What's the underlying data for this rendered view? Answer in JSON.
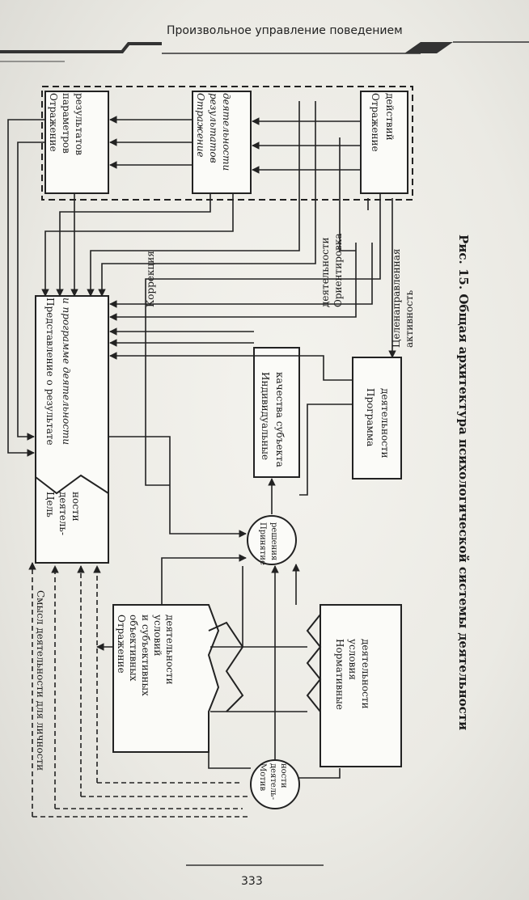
{
  "header": {
    "title": "Произвольное управление поведением"
  },
  "page_number": "333",
  "caption": {
    "label": "Рис. 15.",
    "text": "Общая архитектура психологической системы деятельности"
  },
  "nodes": {
    "param": [
      "Отражение",
      "параметров",
      "результатов"
    ],
    "resdeyat": [
      "Отражение",
      "результатов",
      "деятельности"
    ],
    "actions": [
      "Отражение",
      "действий"
    ],
    "predst": [
      "Представление о результате",
      "и программе деятельности"
    ],
    "goal": [
      "Цель",
      "деятель-",
      "ности"
    ],
    "smysl": [
      "Смысл деятельности для личности"
    ],
    "cond": [
      "Отражение",
      "объективных",
      "и субъективных",
      "условий",
      "деятельности"
    ],
    "norm": [
      "Нормативные",
      "условия",
      "деятельности"
    ],
    "motive": [
      "Мотив",
      "деятель-",
      "ности"
    ],
    "decision": [
      "Принятие",
      "решения"
    ],
    "indiv": [
      "Индивидуальные",
      "качества субъекта"
    ],
    "prog": [
      "Программа",
      "деятельности"
    ]
  },
  "labels": {
    "correction": "Коррекция",
    "orient": [
      "Ориентировка",
      "деятельности"
    ],
    "activity": [
      "Целенаправленная",
      "активность"
    ]
  }
}
